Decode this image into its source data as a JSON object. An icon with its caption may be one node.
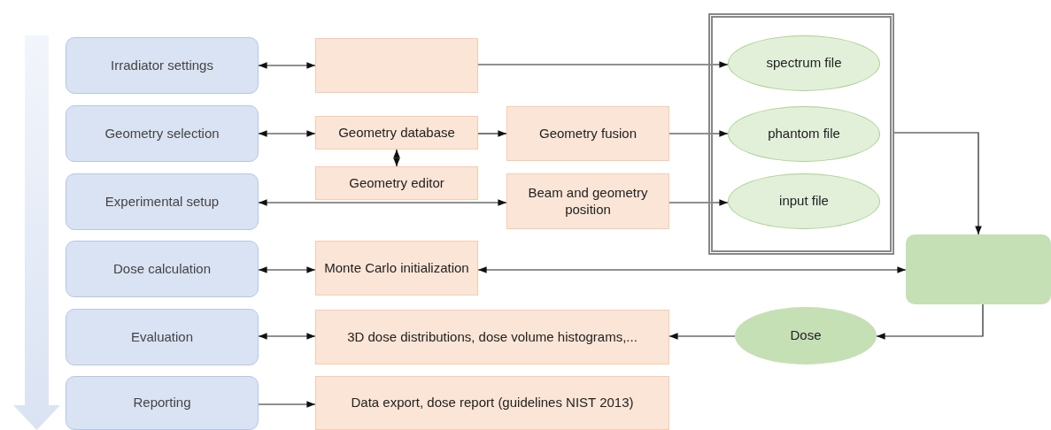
{
  "diagram": {
    "nodes": [
      {
        "text": [
          "Irradiator settings"
        ]
      },
      {
        "text": [
          "Geometry selection"
        ]
      },
      {
        "text": [
          "Experimental setup"
        ]
      },
      {
        "text": [
          "Dose calculation"
        ]
      },
      {
        "text": [
          "Evaluation"
        ]
      },
      {
        "text": [
          "Reporting"
        ]
      },
      {
        "text": [],
        "shape": "box"
      },
      {
        "text": [
          "Geometry database"
        ]
      },
      {
        "text": [
          "Geometry editor"
        ]
      },
      {
        "text": [
          "Geometry fusion"
        ]
      },
      {
        "text": [
          "Beam and geometry position"
        ]
      },
      {
        "text": [
          "Monte Carlo initialization"
        ]
      },
      {
        "text": [
          "3D dose distributions, dose volume histograms,..."
        ]
      },
      {
        "text": [
          "Data export, dose report (guidelines NIST 2013)"
        ]
      },
      {
        "text": [],
        "shape": "box"
      },
      {
        "text": [
          "spectrum file"
        ],
        "in": 14
      },
      {
        "text": [
          "phantom file"
        ],
        "in": 14
      },
      {
        "text": [
          "input file"
        ],
        "in": 14
      },
      {
        "text": [],
        "shape": "box"
      },
      {
        "text": [
          "Dose"
        ]
      }
    ],
    "edges": [
      {
        "from": 0,
        "to": 6,
        "arrow": "both"
      },
      {
        "from": 6,
        "to": 15,
        "arrow": "to"
      },
      {
        "from": 1,
        "to": 7,
        "arrow": "both"
      },
      {
        "from": 7,
        "to": 8,
        "arrow": "both"
      },
      {
        "from": 7,
        "to": 9,
        "arrow": "to"
      },
      {
        "from": 9,
        "to": 16,
        "arrow": "to"
      },
      {
        "from": 2,
        "to": 10,
        "arrow": "both"
      },
      {
        "from": 10,
        "to": 17,
        "arrow": "to"
      },
      {
        "from": 14,
        "to": 18,
        "arrow": "to"
      },
      {
        "from": 3,
        "to": 11,
        "arrow": "both"
      },
      {
        "from": 11,
        "to": 18,
        "arrow": "both"
      },
      {
        "from": 18,
        "to": 19,
        "arrow": "to"
      },
      {
        "from": 19,
        "to": 12,
        "arrow": "to"
      },
      {
        "from": 4,
        "to": 12,
        "arrow": "both"
      },
      {
        "from": 5,
        "to": 13,
        "arrow": "to"
      }
    ]
  }
}
